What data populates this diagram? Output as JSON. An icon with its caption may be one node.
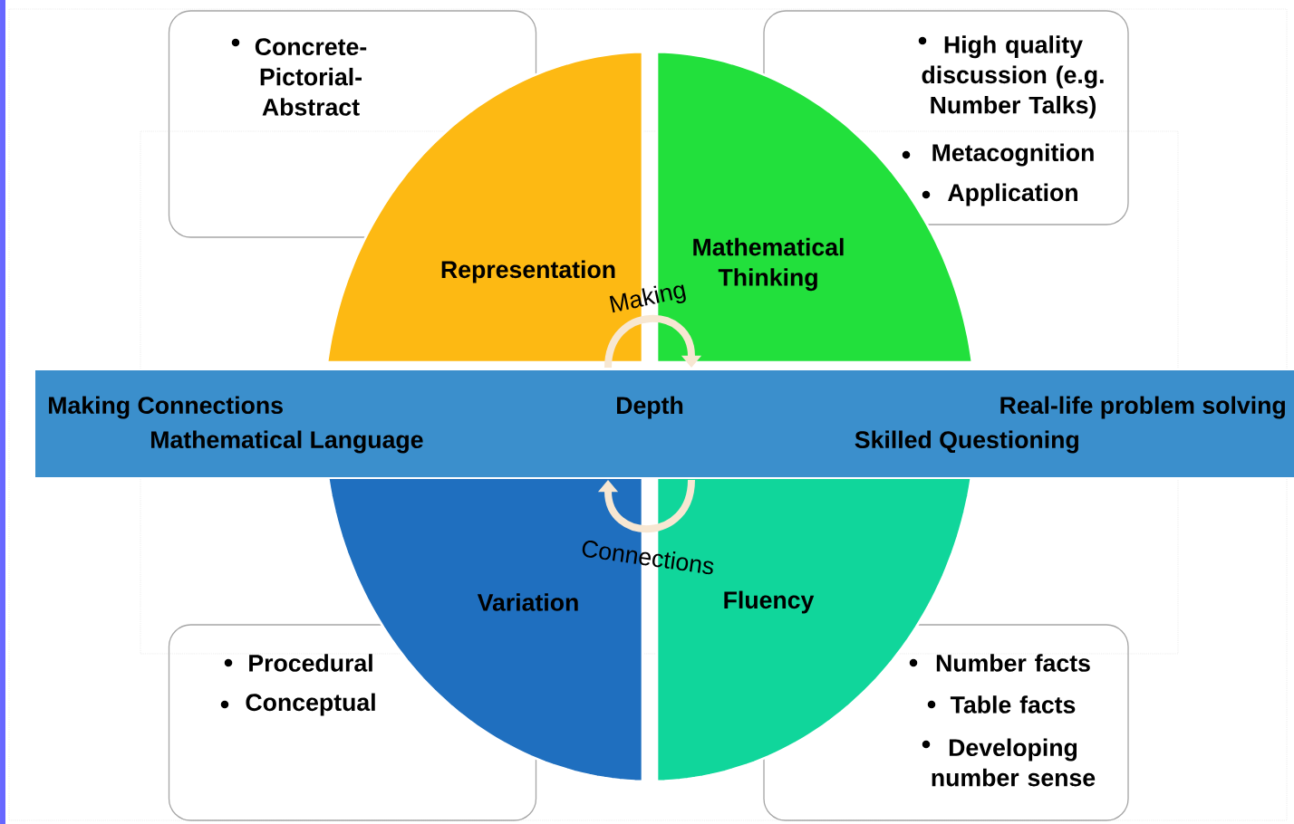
{
  "diagram": {
    "nodes": [
      {
        "text": [
          "Concrete-Pictorial-Abstract"
        ]
      },
      {
        "text": [
          "High quality discussion (e.g. Number Talks)",
          "Metacognition",
          "Application"
        ]
      },
      {
        "text": [
          "Representation"
        ]
      },
      {
        "text": [
          "Mathematical Thinking"
        ]
      },
      {
        "text": [
          "Making Connections",
          "Depth",
          "Real-life problem solving",
          "Mathematical Language",
          "Skilled Questioning"
        ]
      },
      {
        "text": [
          "Variation"
        ]
      },
      {
        "text": [
          "Fluency"
        ]
      },
      {
        "text": [
          "Procedural",
          "Conceptual"
        ]
      },
      {
        "text": [
          "Number facts",
          "Table facts",
          "Developing number sense"
        ]
      }
    ],
    "edges": [
      {
        "from": 2,
        "to": 3,
        "arrow": "to",
        "label": "Making"
      },
      {
        "from": 6,
        "to": 5,
        "arrow": "to",
        "label": "Connections"
      }
    ]
  }
}
